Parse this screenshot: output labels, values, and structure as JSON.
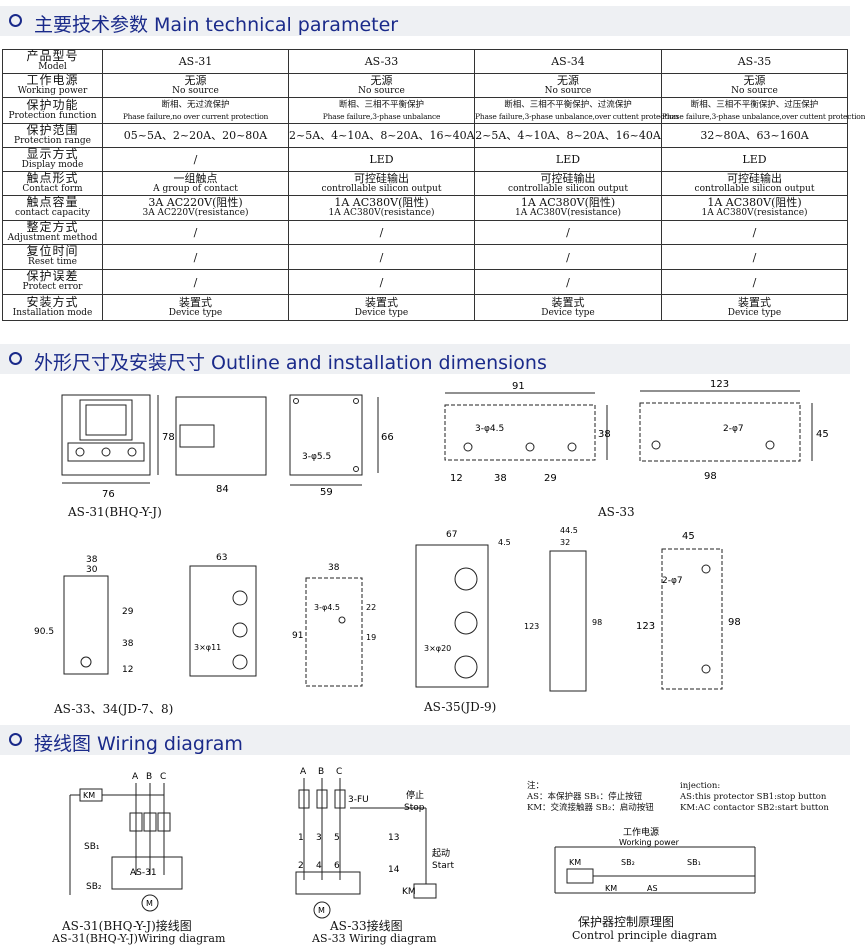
{
  "sections": {
    "s1": "主要技术参数 Main technical parameter",
    "s2": "外形尺寸及安装尺寸 Outline and installation dimensions",
    "s3": "接线图 Wiring diagram"
  },
  "table": {
    "rows": [
      {
        "label_cn": "产品型号",
        "label_en": "Model",
        "cells": [
          {
            "cn": "AS-31",
            "en": ""
          },
          {
            "cn": "AS-33",
            "en": ""
          },
          {
            "cn": "AS-34",
            "en": ""
          },
          {
            "cn": "AS-35",
            "en": ""
          }
        ]
      },
      {
        "label_cn": "工作电源",
        "label_en": "Working power",
        "cells": [
          {
            "cn": "无源",
            "en": "No source"
          },
          {
            "cn": "无源",
            "en": "No source"
          },
          {
            "cn": "无源",
            "en": "No source"
          },
          {
            "cn": "无源",
            "en": "No source"
          }
        ]
      },
      {
        "label_cn": "保护功能",
        "label_en": "Protection function",
        "cells": [
          {
            "cn": "断相、无过流保护",
            "en": "Phase failure,no over current protection"
          },
          {
            "cn": "断相、三相不平衡保护",
            "en": "Phase failure,3-phase unbalance"
          },
          {
            "cn": "断相、三相不平衡保护、过流保护",
            "en": "Phase failure,3-phase unbalance,over cuttent protection"
          },
          {
            "cn": "断相、三相不平衡保护、过压保护",
            "en": "Phase failure,3-phase unbalance,over cuttent protection"
          }
        ]
      },
      {
        "label_cn": "保护范围",
        "label_en": "Protection range",
        "cells": [
          {
            "cn": "05~5A、2~20A、20~80A",
            "en": ""
          },
          {
            "cn": "2~5A、4~10A、8~20A、16~40A",
            "en": ""
          },
          {
            "cn": "2~5A、4~10A、8~20A、16~40A",
            "en": ""
          },
          {
            "cn": "32~80A、63~160A",
            "en": ""
          }
        ]
      },
      {
        "label_cn": "显示方式",
        "label_en": "Display mode",
        "cells": [
          {
            "cn": "/",
            "en": ""
          },
          {
            "cn": "LED",
            "en": ""
          },
          {
            "cn": "LED",
            "en": ""
          },
          {
            "cn": "LED",
            "en": ""
          }
        ]
      },
      {
        "label_cn": "触点形式",
        "label_en": "Contact form",
        "cells": [
          {
            "cn": "一组触点",
            "en": "A group of contact"
          },
          {
            "cn": "可控硅输出",
            "en": "controllable silicon output"
          },
          {
            "cn": "可控硅输出",
            "en": "controllable silicon output"
          },
          {
            "cn": "可控硅输出",
            "en": "controllable silicon output"
          }
        ]
      },
      {
        "label_cn": "触点容量",
        "label_en": "contact capacity",
        "cells": [
          {
            "cn": "3A AC220V(阻性)",
            "en": "3A AC220V(resistance)"
          },
          {
            "cn": "1A AC380V(阻性)",
            "en": "1A AC380V(resistance)"
          },
          {
            "cn": "1A AC380V(阻性)",
            "en": "1A AC380V(resistance)"
          },
          {
            "cn": "1A AC380V(阻性)",
            "en": "1A AC380V(resistance)"
          }
        ]
      },
      {
        "label_cn": "整定方式",
        "label_en": "Adjustment method",
        "cells": [
          {
            "cn": "/",
            "en": ""
          },
          {
            "cn": "/",
            "en": ""
          },
          {
            "cn": "/",
            "en": ""
          },
          {
            "cn": "/",
            "en": ""
          }
        ]
      },
      {
        "label_cn": "复位时间",
        "label_en": "Reset time",
        "cells": [
          {
            "cn": "/",
            "en": ""
          },
          {
            "cn": "/",
            "en": ""
          },
          {
            "cn": "/",
            "en": ""
          },
          {
            "cn": "/",
            "en": ""
          }
        ]
      },
      {
        "label_cn": "保护误差",
        "label_en": "Protect error",
        "cells": [
          {
            "cn": "/",
            "en": ""
          },
          {
            "cn": "/",
            "en": ""
          },
          {
            "cn": "/",
            "en": ""
          },
          {
            "cn": "/",
            "en": ""
          }
        ]
      },
      {
        "label_cn": "安装方式",
        "label_en": "Installation mode",
        "cells": [
          {
            "cn": "装置式",
            "en": "Device type"
          },
          {
            "cn": "装置式",
            "en": "Device type"
          },
          {
            "cn": "装置式",
            "en": "Device type"
          },
          {
            "cn": "装置式",
            "en": "Device type"
          }
        ]
      }
    ]
  },
  "dims": {
    "as31": {
      "w": "76",
      "d": "84",
      "h": "78",
      "w2": "59",
      "h2": "66",
      "hole": "3-φ5.5",
      "caption": "AS-31(BHQ-Y-J)"
    },
    "as33": {
      "w": "91",
      "h": "38",
      "hole": "3-φ4.5",
      "p1": "12",
      "p2": "38",
      "p3": "29",
      "caption": "AS-33"
    },
    "as35top": {
      "w": "123",
      "h": "45",
      "hole": "2-φ7",
      "p": "98"
    },
    "as3334": {
      "w": "38",
      "w2": "30",
      "h": "90.5",
      "a": "29",
      "b": "38",
      "c": "12",
      "side": "63",
      "hole2": "3×φ11",
      "m1": "38",
      "m2": "91",
      "m3": "19",
      "m4": "22",
      "hole": "3-φ4.5",
      "caption": "AS-33、34(JD-7、8)"
    },
    "as35": {
      "w": "67",
      "lip": "4.5",
      "hole": "3×φ20",
      "caption": "AS-35(JD-9)",
      "sw": "44.5",
      "sw2": "32",
      "sh": "123",
      "sh2": "98",
      "mw": "45",
      "mhole": "2-φ7",
      "mh": "123",
      "mh2": "98"
    }
  },
  "wiring": {
    "w1": {
      "caption_cn": "AS-31(BHQ-Y-J)接线图",
      "caption_en": "AS-31(BHQ-Y-J)Wiring diagram",
      "km": "KM",
      "sb1": "SB₁",
      "sb2": "SB₂",
      "dev": "AS-31",
      "phases": [
        "A",
        "B",
        "C"
      ],
      "motor": "M"
    },
    "w2": {
      "caption_cn": "AS-33接线图",
      "caption_en": "AS-33 Wiring diagram",
      "fu": "3-FU",
      "stop_cn": "停止",
      "stop_en": "Stop",
      "start_cn": "起动",
      "start_en": "Start",
      "km": "KM",
      "phases": [
        "A",
        "B",
        "C"
      ],
      "terms": [
        "1",
        "3",
        "5",
        "2",
        "4",
        "6",
        "13",
        "14"
      ],
      "motor": "M"
    },
    "w3": {
      "notes_cn": [
        "注：",
        "AS：本保护器    SB₁：停止按钮",
        "KM：交流接触器  SB₂：启动按钮"
      ],
      "notes_en": [
        "injection:",
        "AS:this protector  SB1:stop button",
        "KM:AC contactor  SB2:start button"
      ],
      "power_cn": "工作电源",
      "power_en": "Working power",
      "km": "KM",
      "sb2": "SB₂",
      "sb1": "SB₁",
      "km2": "KM",
      "as": "AS",
      "caption_cn": "保护器控制原理图",
      "caption_en": "Control principle diagram"
    }
  }
}
